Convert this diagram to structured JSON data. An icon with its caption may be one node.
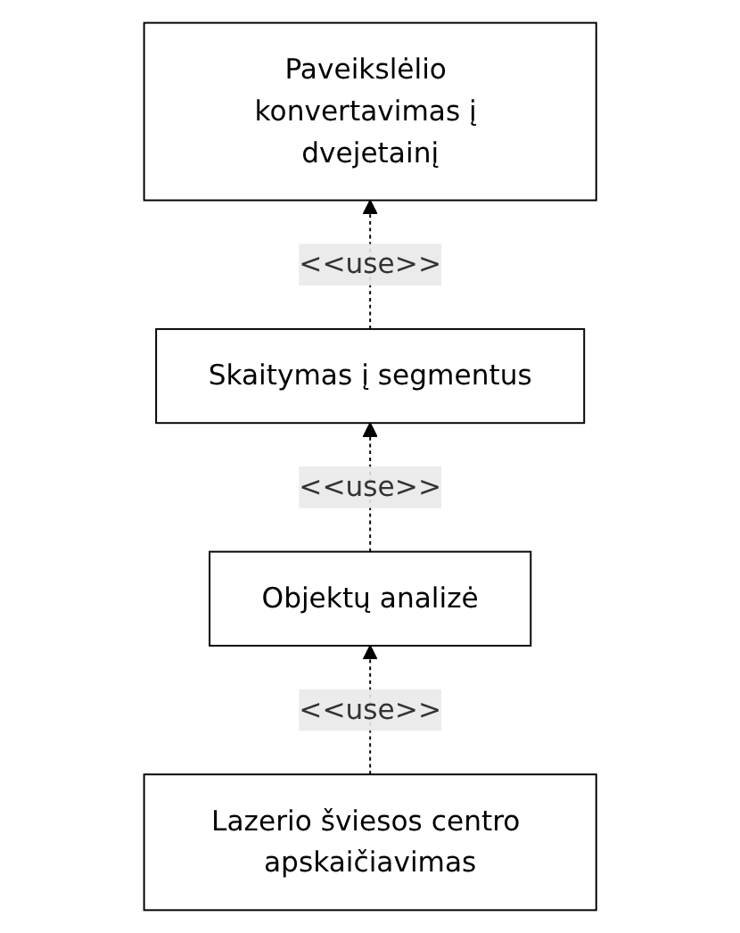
{
  "diagram": {
    "nodes": [
      {
        "text": [
          "Paveikslėlio konvertavimas į dvejetainį"
        ]
      },
      {
        "text": [
          "Skaitymas į segmentus"
        ]
      },
      {
        "text": [
          "Objektų analizė"
        ]
      },
      {
        "text": [
          "Lazerio šviesos centro apskaičiavimas"
        ]
      }
    ],
    "edges": [
      {
        "from": 1,
        "to": 0,
        "arrow": "to",
        "label": "<<use>>",
        "style": "dashed"
      },
      {
        "from": 2,
        "to": 1,
        "arrow": "to",
        "label": "<<use>>",
        "style": "dashed"
      },
      {
        "from": 3,
        "to": 2,
        "arrow": "to",
        "label": "<<use>>",
        "style": "dashed"
      }
    ]
  }
}
